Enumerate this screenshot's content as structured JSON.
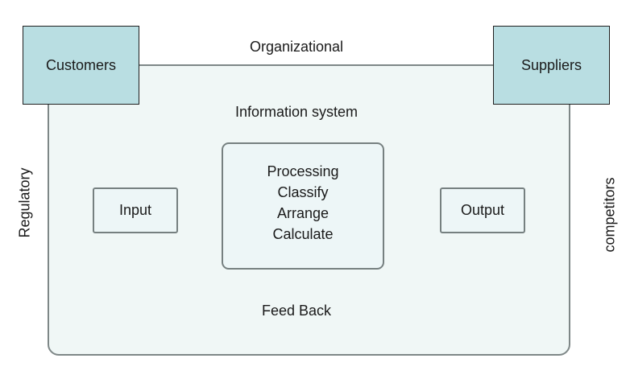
{
  "diagram": {
    "title": "Organizational",
    "subtitle": "Information system",
    "feedback_label": "Feed Back",
    "left_vertical_label": "Regulatory",
    "right_vertical_label": "competitors",
    "nodes": {
      "customers": "Customers",
      "suppliers": "Suppliers",
      "input": "Input",
      "output": "Output",
      "processing": {
        "lines": [
          "Processing",
          "Classify",
          "Arrange",
          "Calculate"
        ]
      }
    },
    "colors": {
      "background": "#ffffff",
      "text": "#1a1a1a",
      "entity_fill": "#b9dee2",
      "entity_border": "#1f1f1f",
      "container_fill": "#f0f7f6",
      "container_border": "#7e8787",
      "inner_fill": "#edf6f7",
      "inner_border": "#768080"
    }
  }
}
